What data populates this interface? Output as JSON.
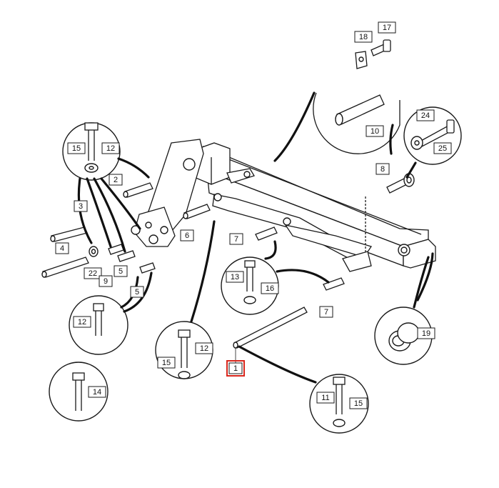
{
  "callouts": {
    "c1": "1",
    "c2": "2",
    "c3": "3",
    "c4": "4",
    "c5a": "5",
    "c5b": "5",
    "c6": "6",
    "c7a": "7",
    "c7b": "7",
    "c8": "8",
    "c9": "9",
    "c10": "10",
    "c11": "11",
    "c12a": "12",
    "c12b": "12",
    "c12c": "12",
    "c13": "13",
    "c14": "14",
    "c15a": "15",
    "c15b": "15",
    "c15c": "15",
    "c16": "16",
    "c17": "17",
    "c18": "18",
    "c19": "19",
    "c22": "22",
    "c24": "24",
    "c25": "25"
  },
  "highlighted_part": "1",
  "colors": {
    "highlight": "#d9261c",
    "line": "#1a1a1a"
  }
}
